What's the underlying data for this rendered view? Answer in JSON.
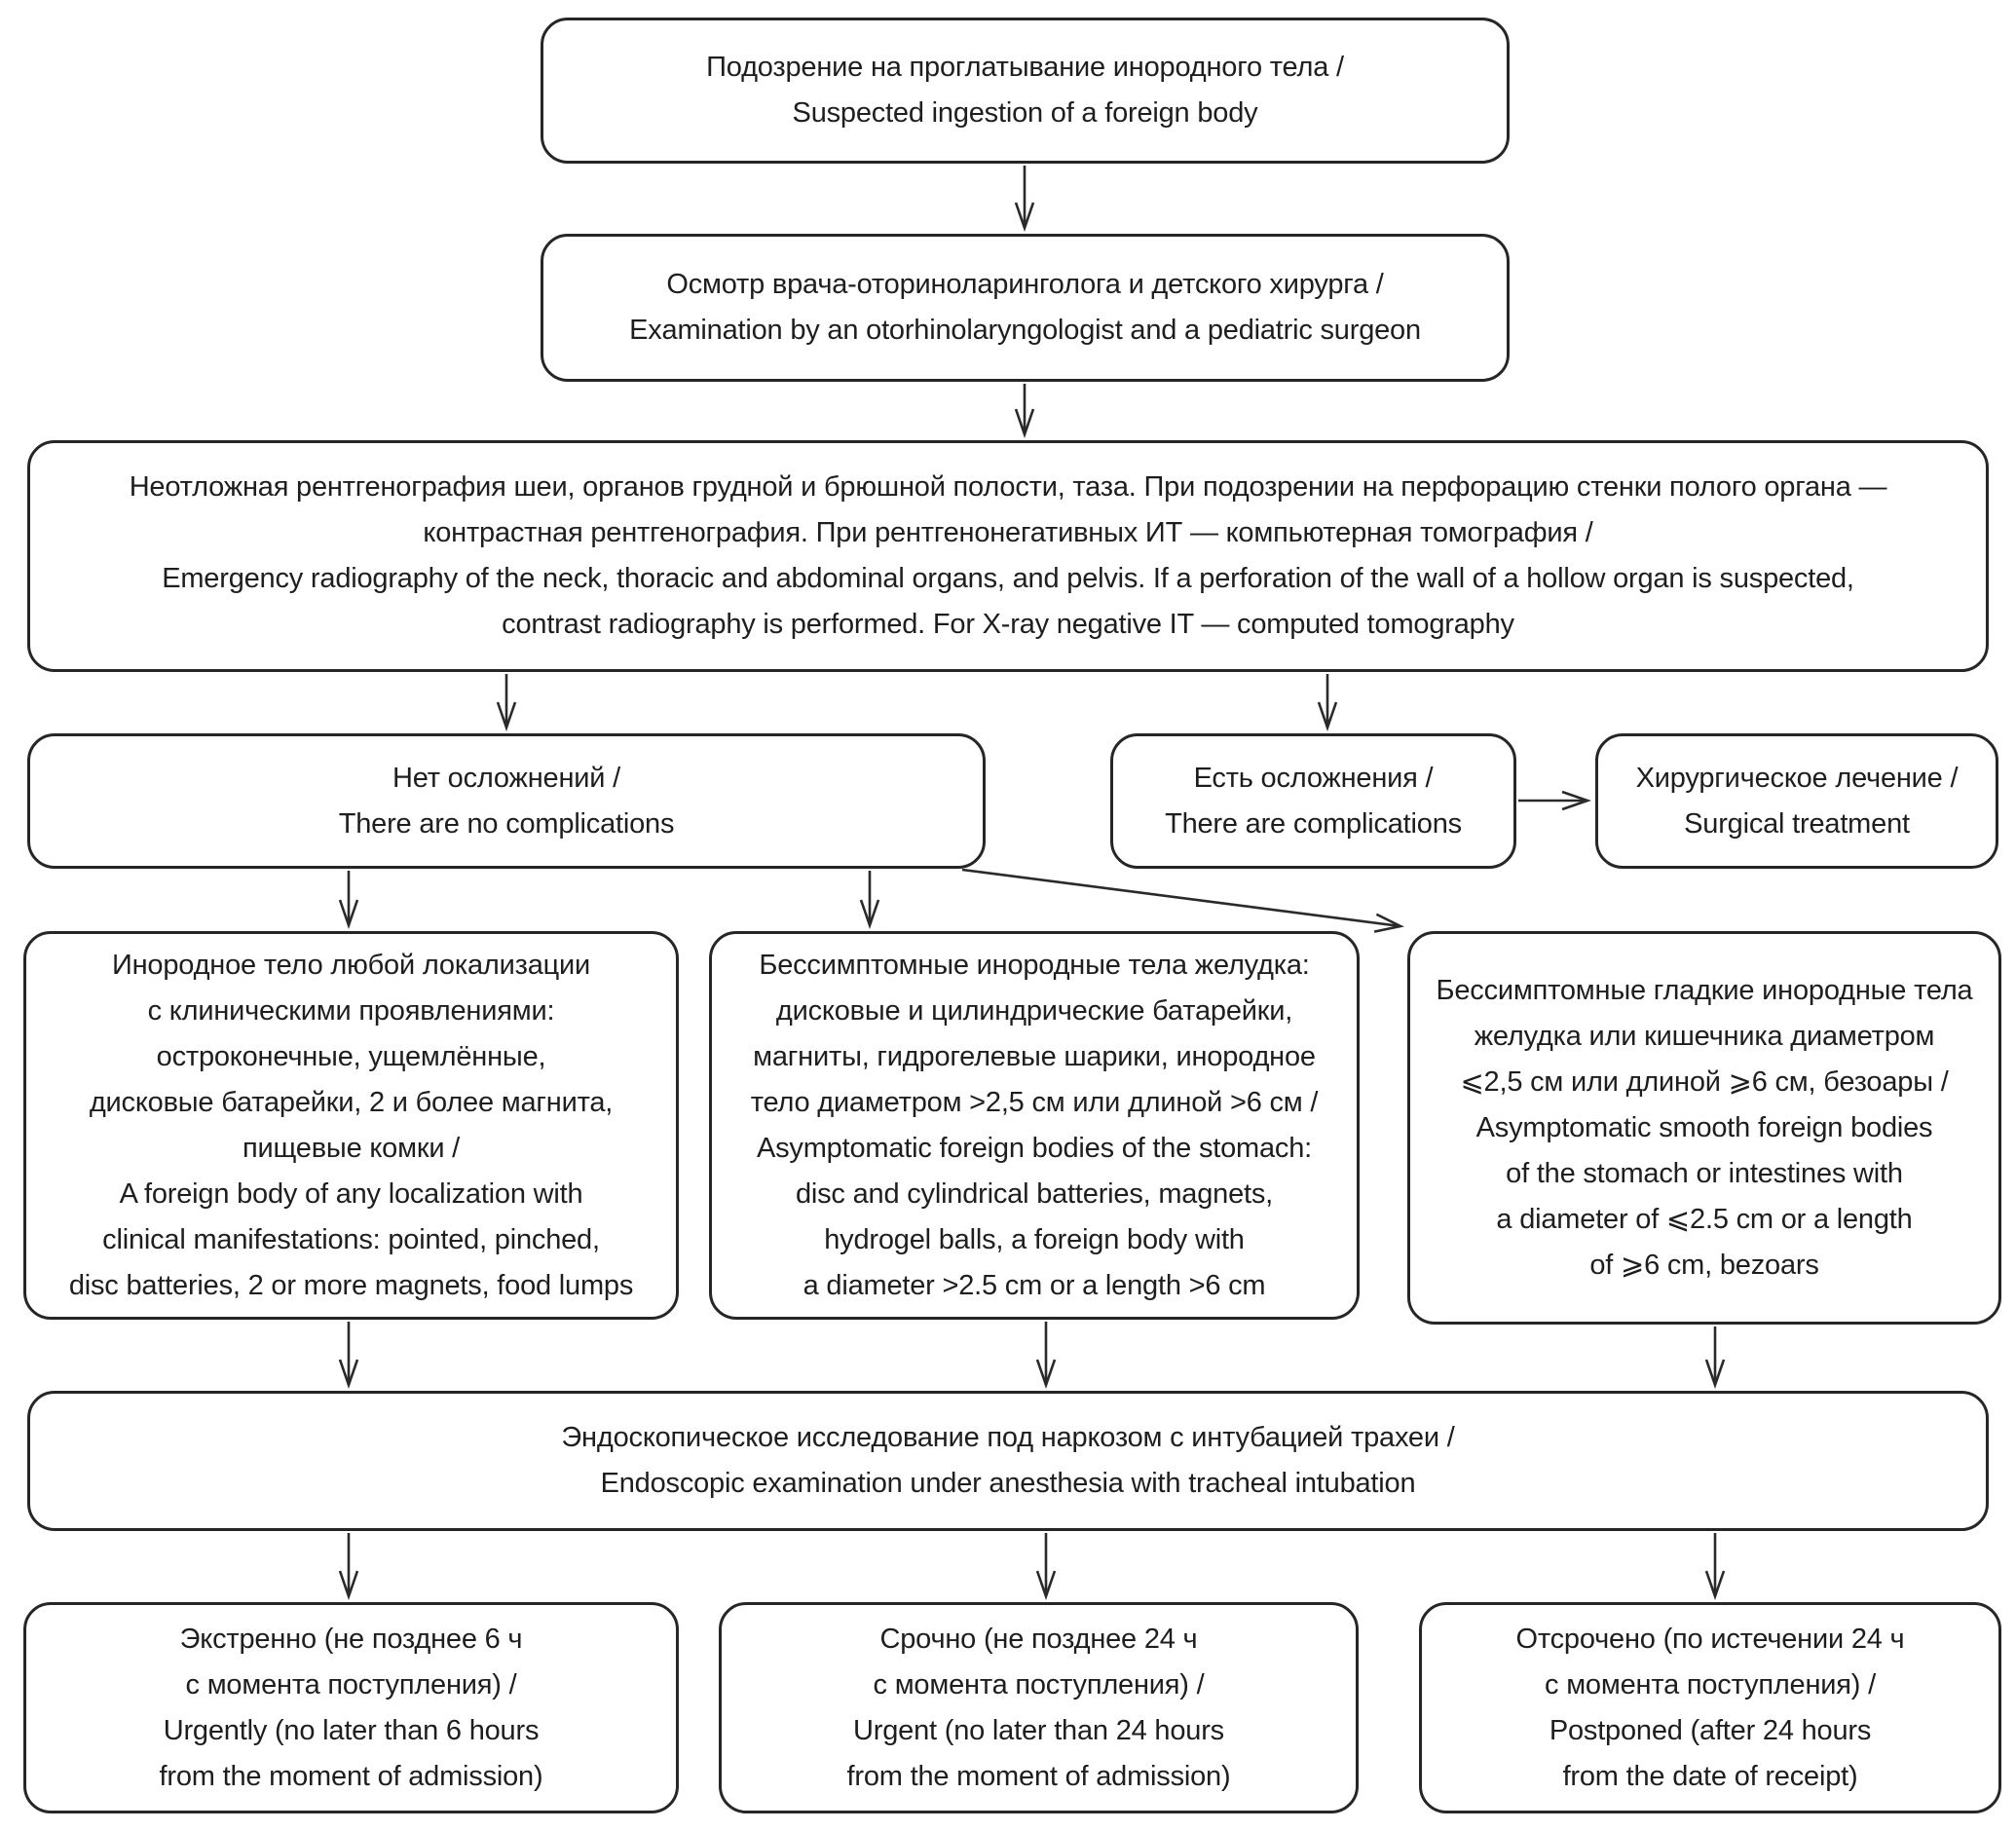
{
  "diagram": {
    "language": "Russian / English",
    "nodes": {
      "suspected": {
        "lines": [
          "Подозрение на проглатывание инородного тела /",
          "Suspected ingestion of a foreign body"
        ]
      },
      "examination": {
        "lines": [
          "Осмотр врача-оториноларинголога и детского хирурга /",
          "Examination by an otorhinolaryngologist and a pediatric surgeon"
        ]
      },
      "radiography": {
        "lines": [
          "Неотложная рентгенография шеи, органов грудной и брюшной полости, таза. При подозрении на перфорацию стенки полого органа —",
          "контрастная рентгенография. При рентгенонегативных ИТ — компьютерная томография /",
          "Emergency radiography of the neck, thoracic and abdominal organs, and pelvis. If a perforation of the wall of a hollow organ is suspected,",
          "contrast radiography is performed. For X-ray negative IT — computed tomography"
        ]
      },
      "no_complications": {
        "lines": [
          "Нет осложнений /",
          "There are no complications"
        ]
      },
      "complications": {
        "lines": [
          "Есть осложнения /",
          "There are complications"
        ]
      },
      "surgical_treatment": {
        "lines": [
          "Хирургическое лечение /",
          "Surgical treatment"
        ]
      },
      "symptomatic_any_localization": {
        "lines": [
          "Инородное тело любой локализации",
          "с клиническими проявлениями:",
          "остроконечные, ущемлённые,",
          "дисковые батарейки, 2 и более магнита,",
          "пищевые комки /",
          "A foreign body of any localization with",
          "clinical manifestations: pointed, pinched,",
          "disc batteries, 2 or more magnets, food lumps"
        ]
      },
      "asymptomatic_stomach": {
        "lines": [
          "Бессимптомные инородные тела желудка:",
          "дисковые и цилиндрические батарейки,",
          "магниты, гидрогелевые шарики, инородное",
          "тело диаметром >2,5 см или длиной >6 см /",
          "Asymptomatic foreign bodies of the stomach:",
          "disc and cylindrical batteries, magnets,",
          "hydrogel balls, a foreign body with",
          "a diameter >2.5 cm or a length >6 cm"
        ]
      },
      "asymptomatic_smooth": {
        "lines": [
          "Бессимптомные гладкие инородные тела",
          "желудка или кишечника диаметром",
          "⩽2,5 см или длиной ⩾6 см, безоары /",
          "Asymptomatic smooth foreign bodies",
          "of the stomach or intestines with",
          "a diameter of ⩽2.5 cm or a length",
          "of ⩾6 cm, bezoars"
        ]
      },
      "endoscopy": {
        "lines": [
          "Эндоскопическое исследование под наркозом с интубацией трахеи /",
          "Endoscopic examination under anesthesia with tracheal intubation"
        ]
      },
      "urgently_6h": {
        "lines": [
          "Экстренно (не позднее 6 ч",
          "с момента поступления) /",
          "Urgently (no later than 6 hours",
          "from the moment of admission)"
        ]
      },
      "urgent_24h": {
        "lines": [
          "Срочно (не позднее 24 ч",
          "с момента поступления) /",
          "Urgent (no later than 24 hours",
          "from the moment of admission)"
        ]
      },
      "postponed_24h": {
        "lines": [
          "Отсрочено (по истечении 24 ч",
          "с момента поступления) /",
          "Postponed (after 24 hours",
          "from the date of receipt)"
        ]
      }
    },
    "edges": [
      {
        "from": "suspected",
        "to": "examination"
      },
      {
        "from": "examination",
        "to": "radiography"
      },
      {
        "from": "radiography",
        "to": "no_complications"
      },
      {
        "from": "radiography",
        "to": "complications"
      },
      {
        "from": "complications",
        "to": "surgical_treatment"
      },
      {
        "from": "no_complications",
        "to": "symptomatic_any_localization"
      },
      {
        "from": "no_complications",
        "to": "asymptomatic_stomach"
      },
      {
        "from": "no_complications",
        "to": "asymptomatic_smooth"
      },
      {
        "from": "symptomatic_any_localization",
        "to": "endoscopy"
      },
      {
        "from": "asymptomatic_stomach",
        "to": "endoscopy"
      },
      {
        "from": "asymptomatic_smooth",
        "to": "endoscopy"
      },
      {
        "from": "endoscopy",
        "to": "urgently_6h"
      },
      {
        "from": "endoscopy",
        "to": "urgent_24h"
      },
      {
        "from": "endoscopy",
        "to": "postponed_24h"
      }
    ]
  }
}
